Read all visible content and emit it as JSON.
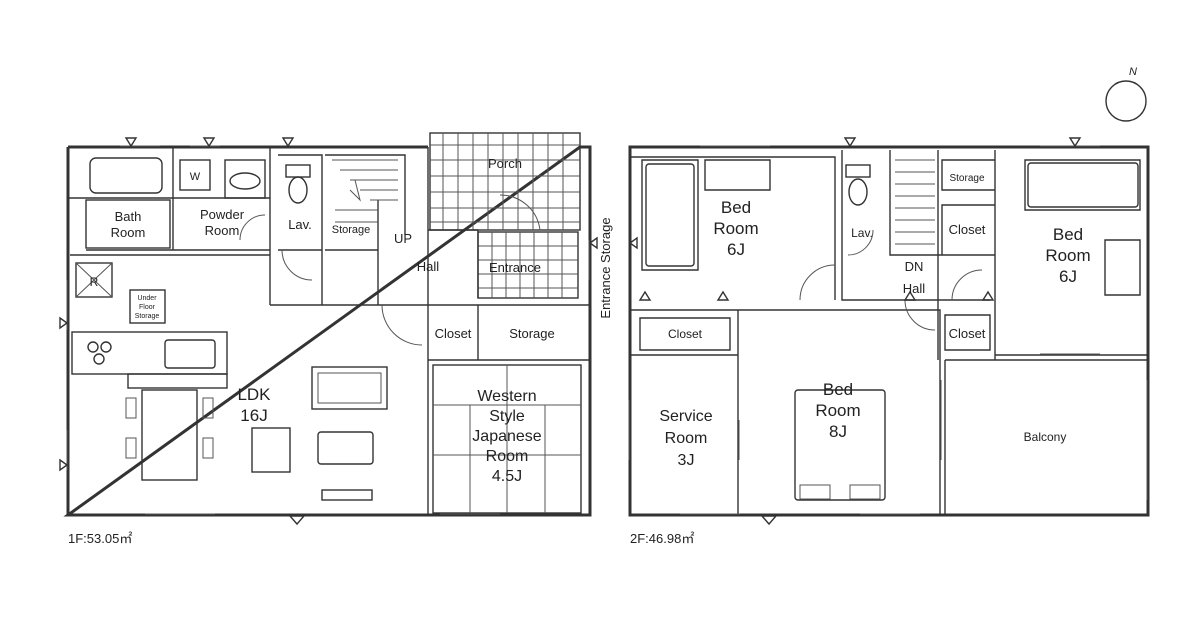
{
  "floor1": {
    "area_label": "1F:53.05㎡",
    "rooms": {
      "porch": "Porch",
      "bath": [
        "Bath",
        "Room"
      ],
      "powder": [
        "Powder",
        "Room"
      ],
      "washer": "W",
      "lav": "Lav.",
      "storage_stair": "Storage",
      "up": "UP",
      "hall": "Hall",
      "entrance": "Entrance",
      "entrance_storage": "Entrance Storage",
      "fridge": "R",
      "underfloor": [
        "Under",
        "Floor",
        "Storage"
      ],
      "closet": "Closet",
      "storage": "Storage",
      "ldk": [
        "LDK",
        "16J"
      ],
      "western": [
        "Western",
        "Style",
        "Japanese",
        "Room",
        "4.5J"
      ]
    }
  },
  "floor2": {
    "area_label": "2F:46.98㎡",
    "rooms": {
      "bed1": [
        "Bed",
        "Room",
        "6J"
      ],
      "lav": "Lav.",
      "dn": "DN",
      "hall": "Hall",
      "storage": "Storage",
      "closet_top": "Closet",
      "bed2": [
        "Bed",
        "Room",
        "6J"
      ],
      "closet_left": "Closet",
      "closet_right": "Closet",
      "service": [
        "Service",
        "Room",
        "3J"
      ],
      "bed3": [
        "Bed",
        "Room",
        "8J"
      ],
      "balcony": "Balcony"
    }
  },
  "compass": "N"
}
